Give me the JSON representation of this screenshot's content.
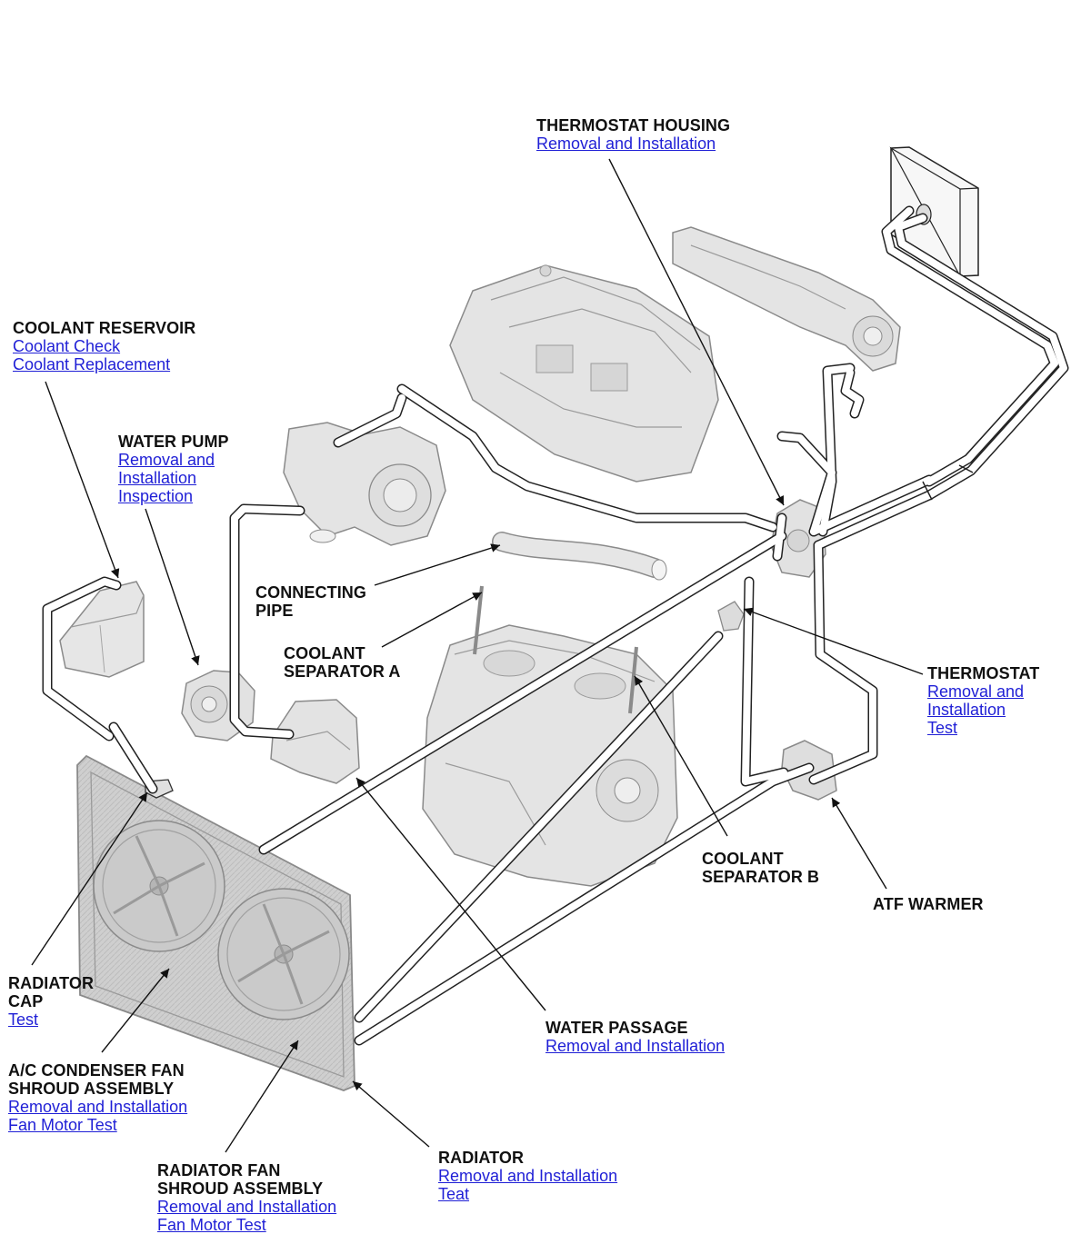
{
  "colors": {
    "link": "#1f1fd6",
    "title": "#111111",
    "part_fill": "#e4e4e4",
    "part_stroke": "#8a8a8a",
    "radiator_fill": "#cfcfcf",
    "hose_outline": "#222222",
    "hose_fill": "#ffffff",
    "leader": "#111111"
  },
  "callouts": {
    "thermostat_housing": {
      "title": "THERMOSTAT HOUSING",
      "links": [
        "Removal and Installation"
      ]
    },
    "coolant_reservoir": {
      "title": "COOLANT RESERVOIR",
      "links": [
        "Coolant Check",
        "Coolant Replacement"
      ]
    },
    "water_pump": {
      "title": "WATER PUMP",
      "links": [
        "Removal and\nInstallation",
        "Inspection"
      ]
    },
    "connecting_pipe": {
      "title": "CONNECTING\nPIPE",
      "links": []
    },
    "coolant_separator_a": {
      "title": "COOLANT\nSEPARATOR A",
      "links": []
    },
    "thermostat": {
      "title": "THERMOSTAT",
      "links": [
        "Removal and\nInstallation",
        "Test"
      ]
    },
    "coolant_separator_b": {
      "title": "COOLANT\nSEPARATOR B",
      "links": []
    },
    "atf_warmer": {
      "title": "ATF WARMER",
      "links": []
    },
    "radiator_cap": {
      "title": "RADIATOR\nCAP",
      "links": [
        "Test"
      ]
    },
    "water_passage": {
      "title": "WATER PASSAGE",
      "links": [
        "Removal and Installation"
      ]
    },
    "ac_condenser_fan_shroud": {
      "title": "A/C CONDENSER FAN\nSHROUD ASSEMBLY",
      "links": [
        "Removal and Installation",
        "Fan Motor Test"
      ]
    },
    "radiator_fan_shroud": {
      "title": "RADIATOR FAN\nSHROUD ASSEMBLY",
      "links": [
        "Removal and Installation",
        "Fan Motor Test"
      ]
    },
    "radiator": {
      "title": "RADIATOR",
      "links": [
        "Removal and Installation",
        "Teat"
      ]
    }
  }
}
